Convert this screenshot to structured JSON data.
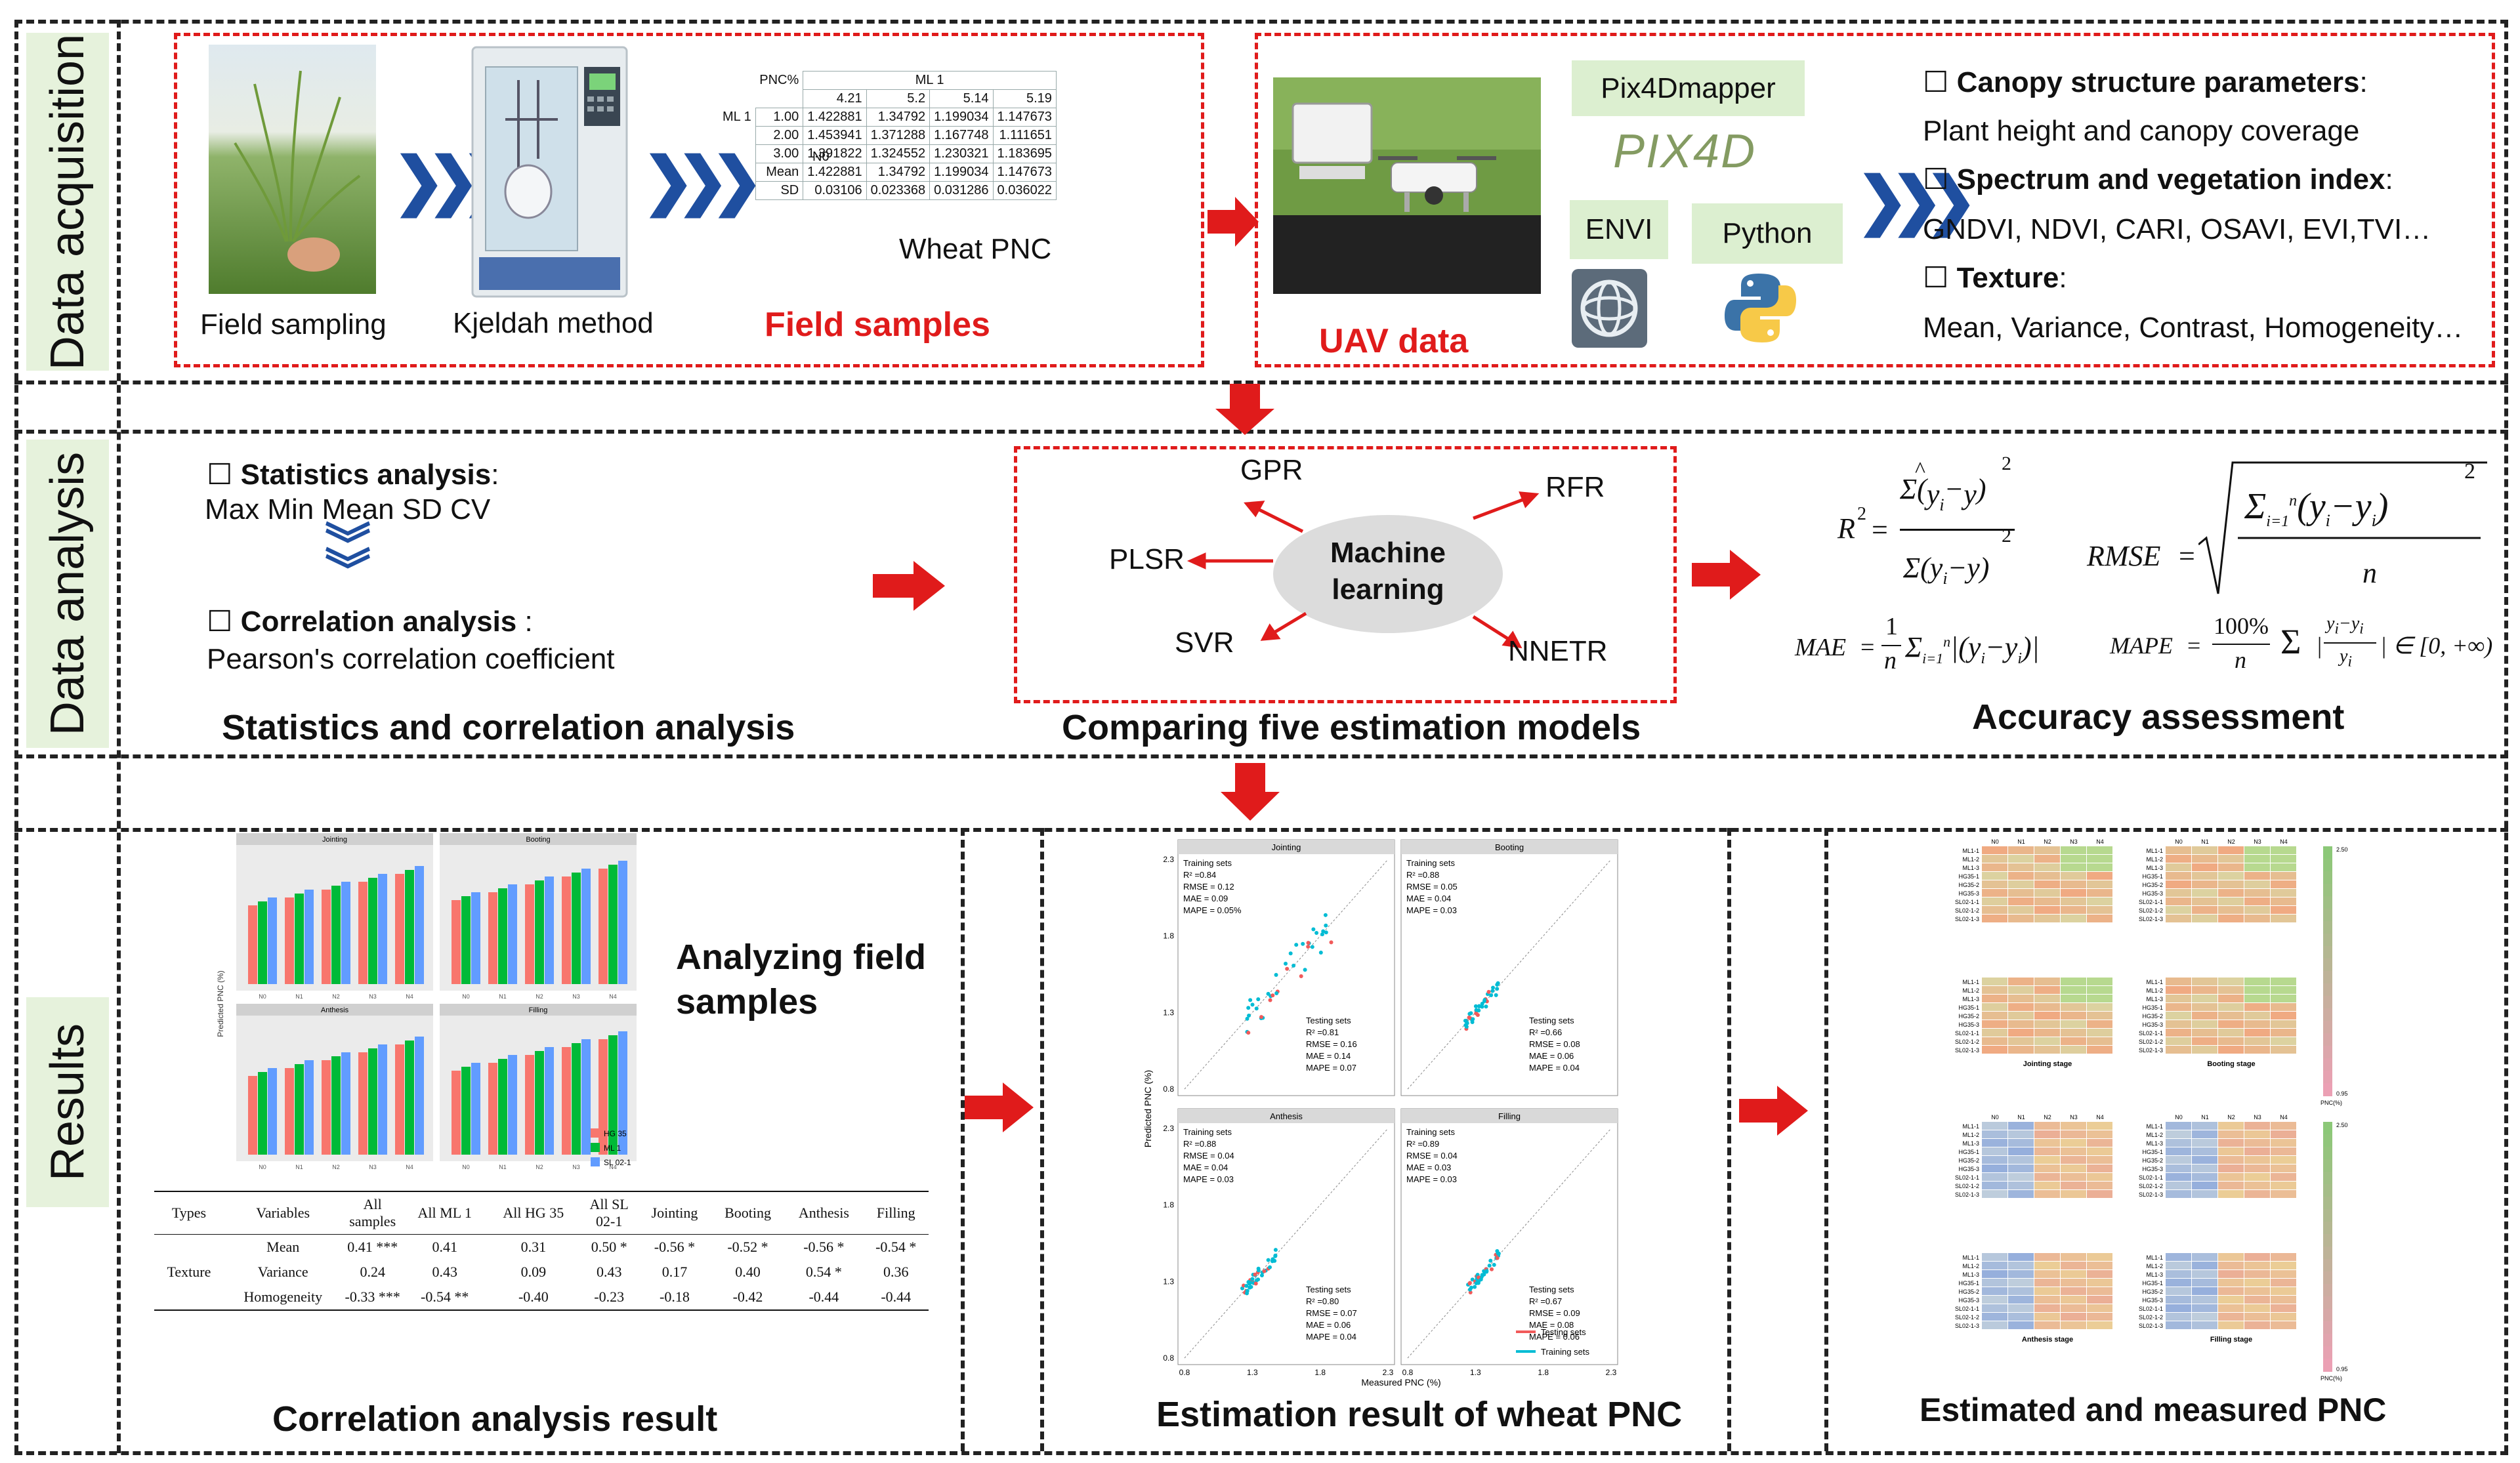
{
  "sections": {
    "acquisition": "Data acquisition",
    "analysis": "Data analysis",
    "results": "Results"
  },
  "acquisition": {
    "field_sampling": "Field sampling",
    "kjeldahl": "Kjeldah method",
    "field_samples": "Field samples",
    "wheat_pnc": "Wheat PNC",
    "uav_data": "UAV data",
    "software": [
      "Pix4Dmapper",
      "ENVI",
      "Python"
    ],
    "pix4d_logo": "PIX4D",
    "features": [
      {
        "title": "Canopy structure parameters",
        "detail": "Plant height and canopy coverage"
      },
      {
        "title": "Spectrum and vegetation index",
        "detail": "GNDVI, NDVI,  CARI, OSAVI, EVI,TVI…"
      },
      {
        "title": "Texture",
        "detail": "Mean, Variance, Contrast, Homogeneity…"
      }
    ],
    "table": {
      "corner": "PNC%",
      "group_header": "ML 1",
      "row_group": "ML 1",
      "sub_group": "N0",
      "cols": [
        "4.21",
        "5.2",
        "5.14",
        "5.19"
      ],
      "rows": [
        {
          "label": "1.00",
          "values": [
            "1.422881",
            "1.34792",
            "1.199034",
            "1.147673"
          ]
        },
        {
          "label": "2.00",
          "values": [
            "1.453941",
            "1.371288",
            "1.167748",
            "1.111651"
          ]
        },
        {
          "label": "3.00",
          "values": [
            "1.391822",
            "1.324552",
            "1.230321",
            "1.183695"
          ]
        },
        {
          "label": "Mean",
          "values": [
            "1.422881",
            "1.34792",
            "1.199034",
            "1.147673"
          ]
        },
        {
          "label": "SD",
          "values": [
            "0.03106",
            "0.023368",
            "0.031286",
            "0.036022"
          ]
        }
      ]
    }
  },
  "analysis": {
    "stats_title": "Statistics analysis",
    "stats_detail": "Max Min Mean SD CV",
    "corr_title": "Correlation analysis",
    "corr_detail": "Pearson's correlation coefficient",
    "left_caption": "Statistics and correlation analysis",
    "ml_center": "Machine learning",
    "models": [
      "GPR",
      "RFR",
      "PLSR",
      "SVR",
      "NNETR"
    ],
    "middle_caption": "Comparing five estimation models",
    "right_caption": "Accuracy assessment"
  },
  "results": {
    "analyzing": "Analyzing field samples",
    "corr_caption": "Correlation analysis result",
    "est_caption": "Estimation result of wheat PNC",
    "heat_caption": "Estimated and measured PNC",
    "bar_panels": [
      "Jointing",
      "Booting",
      "Anthesis",
      "Filling"
    ],
    "bar_ylabel": "Predicted PNC (%)",
    "bar_legend": [
      "HG 35",
      "ML 1",
      "SL 02-1"
    ],
    "corr_table": {
      "headers": [
        "Types",
        "Variables",
        "All samples",
        "All ML 1",
        "All HG 35",
        "All SL 02-1",
        "Jointing",
        "Booting",
        "Anthesis",
        "Filling"
      ],
      "type": "Texture",
      "rows": [
        {
          "var": "Mean",
          "vals": [
            "0.41 ***",
            "0.41",
            "0.31",
            "0.50 *",
            "-0.56 *",
            "-0.52 *",
            "-0.56 *",
            "-0.54 *"
          ]
        },
        {
          "var": "Variance",
          "vals": [
            "0.24",
            "0.43",
            "0.09",
            "0.43",
            "0.17",
            "0.40",
            "0.54 *",
            "0.36"
          ]
        },
        {
          "var": "Homogeneity",
          "vals": [
            "-0.33 ***",
            "-0.54 **",
            "-0.40",
            "-0.23",
            "-0.18",
            "-0.42",
            "-0.44",
            "-0.44"
          ]
        }
      ]
    },
    "scatter_panels": [
      {
        "title": "Jointing",
        "train": [
          "Training sets",
          "R² =0.84",
          "RMSE = 0.12",
          "MAE = 0.09",
          "MAPE = 0.05%"
        ],
        "test": [
          "Testing sets",
          "R² =0.81",
          "RMSE = 0.16",
          "MAE = 0.14",
          "MAPE = 0.07"
        ]
      },
      {
        "title": "Booting",
        "train": [
          "Training sets",
          "R² =0.88",
          "RMSE = 0.05",
          "MAE = 0.04",
          "MAPE = 0.03"
        ],
        "test": [
          "Testing sets",
          "R² =0.66",
          "RMSE = 0.08",
          "MAE = 0.06",
          "MAPE = 0.04"
        ]
      },
      {
        "title": "Anthesis",
        "train": [
          "Training sets",
          "R² =0.88",
          "RMSE = 0.04",
          "MAE = 0.04",
          "MAPE = 0.03"
        ],
        "test": [
          "Testing sets",
          "R² =0.80",
          "RMSE = 0.07",
          "MAE = 0.06",
          "MAPE = 0.04"
        ]
      },
      {
        "title": "Filling",
        "train": [
          "Training sets",
          "R² =0.89",
          "RMSE = 0.04",
          "MAE = 0.03",
          "MAPE = 0.03"
        ],
        "test": [
          "Testing sets",
          "R² =0.67",
          "RMSE = 0.09",
          "MAE = 0.08",
          "MAPE = 0.06"
        ]
      }
    ],
    "scatter_ticks": [
      "0.8",
      "1.3",
      "1.8",
      "2.3"
    ],
    "scatter_xlabel": "Measured  PNC (%)",
    "scatter_ylabel": "Predicted  PNC (%)",
    "scatter_legend": [
      "Testing sets",
      "Training sets"
    ],
    "heat_stage_labels": [
      "Jointing stage",
      "Booting stage",
      "Anthesis stage",
      "Filling stage"
    ],
    "heat_cols": [
      "N0",
      "N1",
      "N2",
      "N3",
      "N4"
    ],
    "heat_rows": [
      "ML1-1",
      "ML1-2",
      "ML1-3",
      "HG35-1",
      "HG35-2",
      "HG35-3",
      "SL02-1-1",
      "SL02-1-2",
      "SL02-1-3"
    ],
    "heat_scale": [
      "2.50",
      "0.95"
    ],
    "heat_scale_label": "PNC(%)"
  },
  "colors": {
    "red": "#e01b1b",
    "blue_chevron": "#1f4fa0",
    "label_bg": "#e6f2dc",
    "bar_hg35": "#f8766d",
    "bar_ml1": "#00ba38",
    "bar_sl02": "#619cff",
    "scatter_train": "#00bcd4",
    "scatter_test": "#f15a5a"
  }
}
